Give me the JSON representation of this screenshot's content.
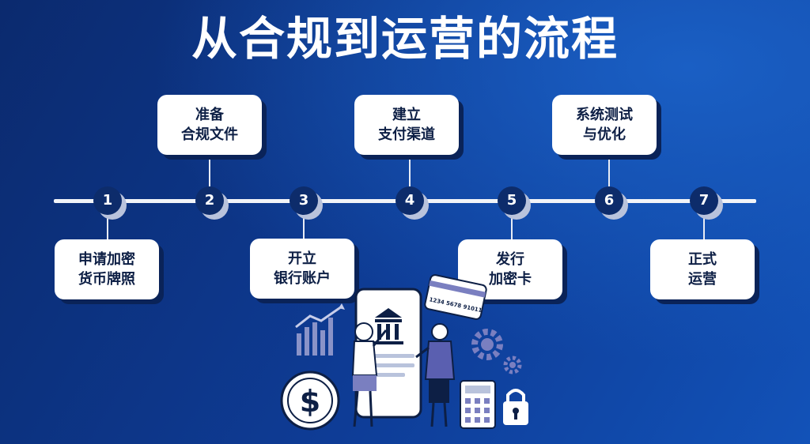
{
  "title": "从合规到运营的流程",
  "steps": [
    {
      "num": "1",
      "line1": "申请加密",
      "line2": "货币牌照"
    },
    {
      "num": "2",
      "line1": "准备",
      "line2": "合规文件"
    },
    {
      "num": "3",
      "line1": "开立",
      "line2": "银行账户"
    },
    {
      "num": "4",
      "line1": "建立",
      "line2": "支付渠道"
    },
    {
      "num": "5",
      "line1": "发行",
      "line2": "加密卡"
    },
    {
      "num": "6",
      "line1": "系统测试",
      "line2": "与优化"
    },
    {
      "num": "7",
      "line1": "正式",
      "line2": "运营"
    }
  ],
  "card_number": "1234 5678 91011",
  "dollar_symbol": "$"
}
